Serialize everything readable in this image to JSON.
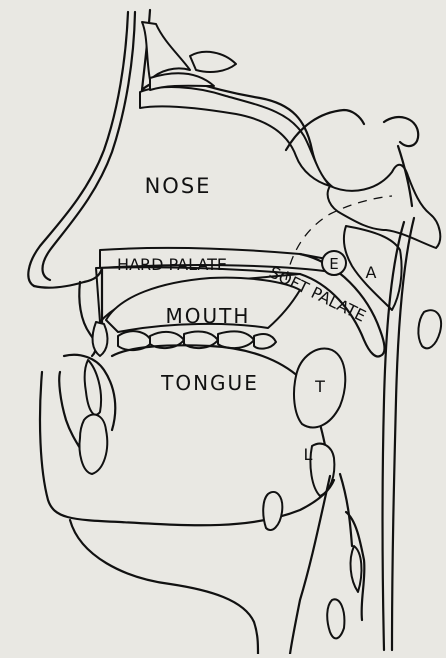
{
  "labels": {
    "nose": "NOSE",
    "hard_palate": "HARD PALATE",
    "soft_palate": "SOFT PALATE",
    "mouth": "MOUTH",
    "tongue": "TONGUE",
    "e": "E",
    "a": "A",
    "t": "T",
    "l": "L"
  }
}
